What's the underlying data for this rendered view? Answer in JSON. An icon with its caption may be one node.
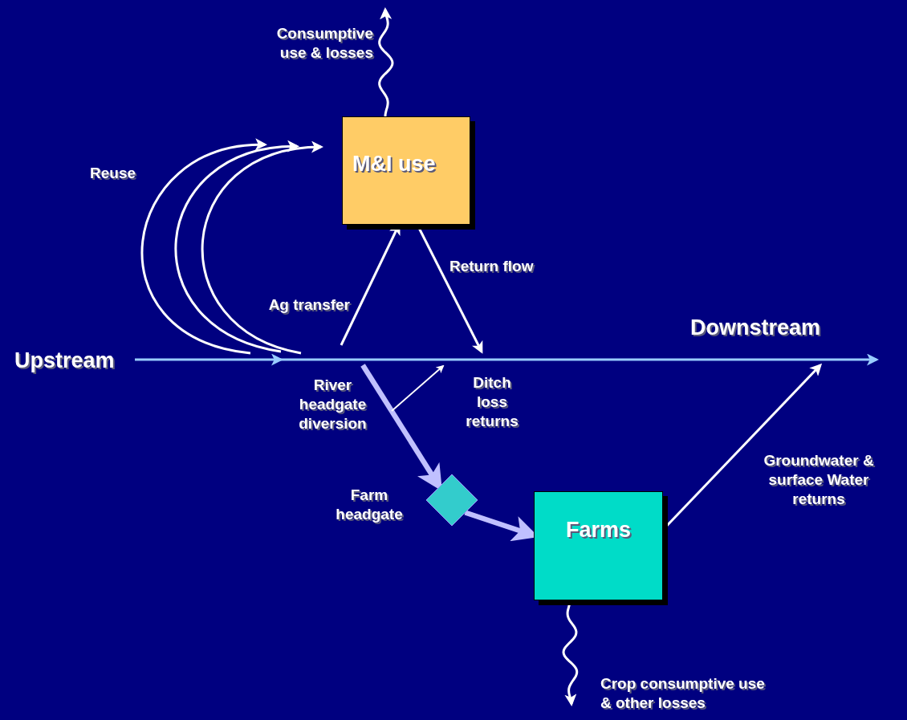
{
  "diagram": {
    "nodes": [
      {
        "text": [
          "Upstream"
        ]
      },
      {
        "text": [
          "M&I use"
        ]
      },
      {
        "text": [],
        "shape": "diamond",
        "beside": [
          "Farm headgate"
        ]
      },
      {
        "text": [
          "Farms"
        ]
      }
    ],
    "edges": [
      {
        "from": 0,
        "to": null,
        "arrow": "to",
        "label": "Downstream",
        "color": "#99ccff"
      },
      {
        "from": 1,
        "to": null,
        "arrow": "to",
        "label": "Consumptive use & losses"
      },
      {
        "from": null,
        "to": 1,
        "arrow": "to",
        "label": "Reuse"
      },
      {
        "from": null,
        "to": 1,
        "arrow": "to"
      },
      {
        "from": null,
        "to": 1,
        "arrow": "to"
      },
      {
        "from": null,
        "to": 1,
        "arrow": "to",
        "label": "Ag transfer"
      },
      {
        "from": 1,
        "to": null,
        "arrow": "to",
        "label": "Return flow"
      },
      {
        "from": null,
        "to": 2,
        "arrow": "to",
        "label": "River headgate diversion",
        "style": "thick",
        "color": "#c0c0ff"
      },
      {
        "from": 2,
        "to": 3,
        "arrow": "to",
        "style": "thick",
        "color": "#c0c0ff"
      },
      {
        "from": 3,
        "to": null,
        "arrow": "to",
        "label": "Groundwater & surface Water returns"
      },
      {
        "from": 3,
        "to": null,
        "arrow": "to",
        "label": "Crop consumptive use & other losses"
      }
    ],
    "labels": [
      "Ditch loss returns"
    ]
  }
}
